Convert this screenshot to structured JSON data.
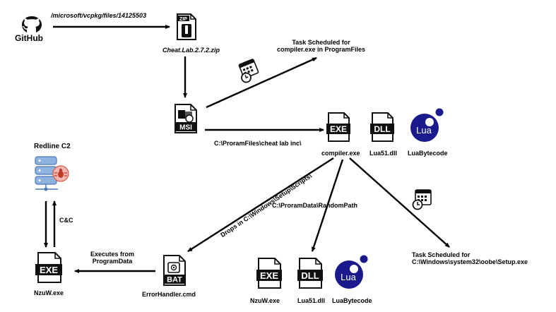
{
  "nodes": {
    "github": "GitHub",
    "zip_file": "Cheat.Lab.2.7.2.zip",
    "compiler": "compiler.exe",
    "lua_dll": "Lua51.dll",
    "lua_bytecode": "LuaBytecode",
    "redline": "Redline C2",
    "nzuw": "NzuW.exe",
    "errorhandler": "ErrorHandler.cmd",
    "nzuw2": "NzuW.exe",
    "lua_dll2": "Lua51.dll",
    "lua_bytecode2": "LuaBytecode"
  },
  "edges": {
    "github_to_zip": "/microsoft/vcpkg/files/14125503",
    "task1": "Task Scheduled for\ncompiler.exe in ProgramFiles",
    "install_path": "C:\\ProramFiles\\cheat lab inc\\",
    "drops": "Drops in C:\\Windows\\Setup\\Scripts\\",
    "random_path": "C:\\ProramData\\RandomPath",
    "task2": "Task Scheduled for\nC:\\Windows\\system32\\oobe\\Setup.exe",
    "executes": "Executes from\nProgramData",
    "cc": "C&C"
  },
  "file_badges": {
    "zip": "ZIP",
    "msi": "MSI",
    "exe": "EXE",
    "dll": "DLL",
    "lua": "Lua",
    "bat": "BAT"
  },
  "icons": [
    "github-icon",
    "zip-file-icon",
    "msi-file-icon",
    "exe-file-icon",
    "dll-file-icon",
    "lua-logo-icon",
    "calendar-clock-icon",
    "server-bug-icon",
    "bat-file-icon"
  ]
}
